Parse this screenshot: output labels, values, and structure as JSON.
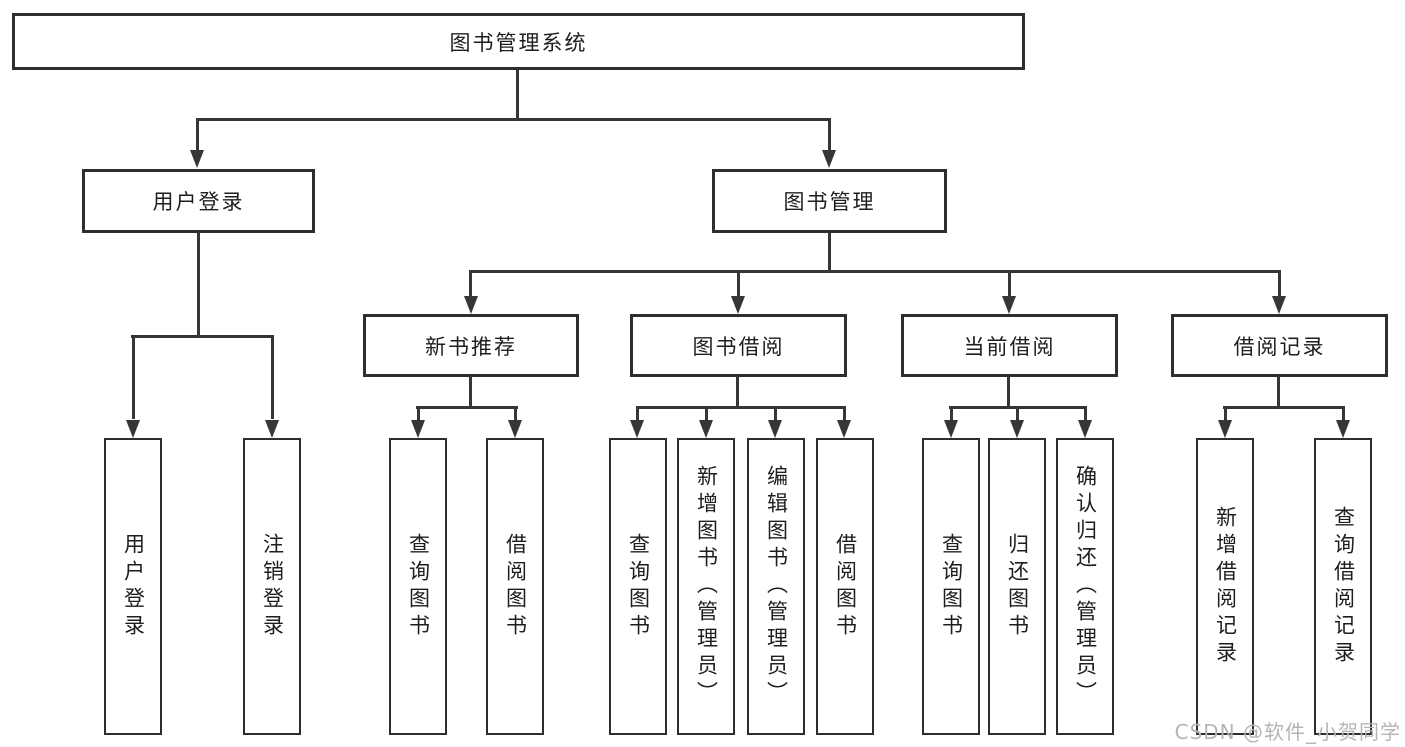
{
  "colors": {
    "background": "#ffffff",
    "line": "#363636",
    "box_border": "#2e2e2e",
    "text": "#1e1e1e",
    "watermark": "#b5b5b5"
  },
  "chart": {
    "root": {
      "label": "图书管理系统"
    },
    "level2": [
      {
        "id": "user-login",
        "label": "用户登录"
      },
      {
        "id": "book-management",
        "label": "图书管理"
      }
    ],
    "level3": [
      {
        "id": "new-book-recommend",
        "parent": "book-management",
        "label": "新书推荐"
      },
      {
        "id": "book-borrow",
        "parent": "book-management",
        "label": "图书借阅"
      },
      {
        "id": "current-borrow",
        "parent": "book-management",
        "label": "当前借阅"
      },
      {
        "id": "borrow-records",
        "parent": "book-management",
        "label": "借阅记录"
      }
    ],
    "leaves": [
      {
        "parent": "user-login",
        "label": "用户登录"
      },
      {
        "parent": "user-login",
        "label": "注销登录"
      },
      {
        "parent": "new-book-recommend",
        "label": "查询图书"
      },
      {
        "parent": "new-book-recommend",
        "label": "借阅图书"
      },
      {
        "parent": "book-borrow",
        "label": "查询图书"
      },
      {
        "parent": "book-borrow",
        "label": "新增图书（管理员）"
      },
      {
        "parent": "book-borrow",
        "label": "编辑图书（管理员）"
      },
      {
        "parent": "book-borrow",
        "label": "借阅图书"
      },
      {
        "parent": "current-borrow",
        "label": "查询图书"
      },
      {
        "parent": "current-borrow",
        "label": "归还图书"
      },
      {
        "parent": "current-borrow",
        "label": "确认归还（管理员）"
      },
      {
        "parent": "borrow-records",
        "label": "新增借阅记录"
      },
      {
        "parent": "borrow-records",
        "label": "查询借阅记录"
      }
    ]
  },
  "watermark": {
    "text": "CSDN @软件_小贺同学"
  }
}
